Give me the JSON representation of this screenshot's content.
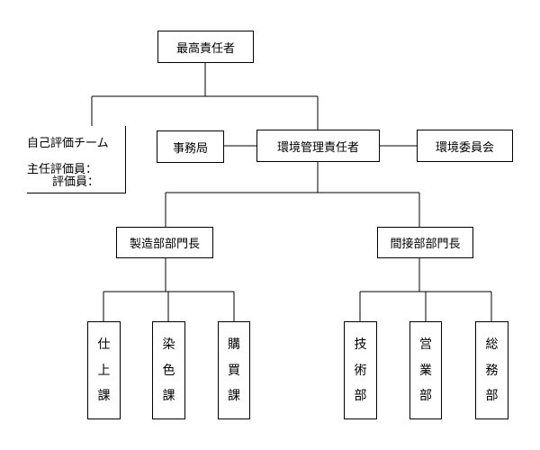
{
  "org_chart": {
    "top_manager": "最高責任者",
    "env_manager": "環境管理責任者",
    "secretariat": "事務局",
    "committee": "環境委員会",
    "audit_team": {
      "title": "自己評価チーム",
      "chief_label": "主任評価員：",
      "member_label": "評価員："
    },
    "manufacturing_head": "製造部部門長",
    "indirect_head": "間接部部門長",
    "manufacturing_sections": [
      {
        "chars": [
          "仕",
          "上",
          "課"
        ]
      },
      {
        "chars": [
          "染",
          "色",
          "課"
        ]
      },
      {
        "chars": [
          "購",
          "買",
          "課"
        ]
      }
    ],
    "indirect_sections": [
      {
        "chars": [
          "技",
          "術",
          "部"
        ]
      },
      {
        "chars": [
          "営",
          "業",
          "部"
        ]
      },
      {
        "chars": [
          "総",
          "務",
          "部"
        ]
      }
    ]
  }
}
